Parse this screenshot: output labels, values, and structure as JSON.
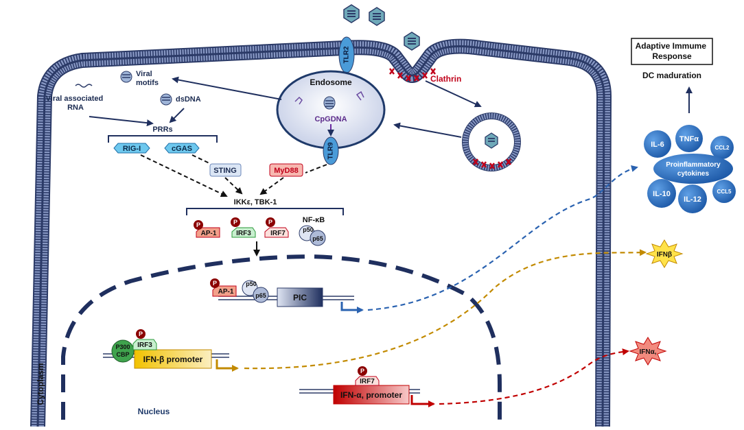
{
  "labels": {
    "tlr2": "TLR2",
    "clathrin": "Clathrin",
    "endosome": "Endosome",
    "cpgdna": "CpGDNA",
    "tlr9": "TLR9",
    "viral_motifs": "Viral\nmotifs",
    "viral_rna": "Viral associated\nRNA",
    "dsdna": "dsDNA",
    "prrs": "PRRs",
    "rig_i": "RIG-I",
    "cgas": "cGAS",
    "sting": "STING",
    "myd88": "MyD88",
    "ikk_tbk": "IKKε, TBK-1",
    "ap1": "AP-1",
    "irf3": "IRF3",
    "irf7": "IRF7",
    "nfkb": "NF-κB",
    "p50": "p50",
    "p65": "p65",
    "phospho": "P",
    "pic": "PIC",
    "p300_cbp": "P300\nCBP",
    "ifnb_promoter": "IFN-β promoter",
    "ifna_promoter": "IFN-α, promoter",
    "cytoplasm": "Cytoplasm",
    "nucleus": "Nucleus",
    "adaptive_response": "Adaptive Immume\nResponse",
    "dc_maduration": "DC maduration",
    "proinflammatory": "Proinflammatory\ncytokines",
    "il6": "IL-6",
    "tnfa": "TNFα",
    "ccl2": "CCL2",
    "il10": "IL-10",
    "il12": "IL-12",
    "ccl5": "CCL5",
    "ifnb": "IFNβ",
    "ifna": "IFNα,"
  },
  "colors": {
    "membrane": "#2b3a67",
    "membrane_fill": "#7f8fb8",
    "arrow_dark": "#1f2f5e",
    "clathrin": "#c0001a",
    "blue_dashed": "#2a62b0",
    "gold_dashed": "#c28a00",
    "red_dashed": "#c00000",
    "cytokine": "#2f73c6",
    "phospho": "#8b0000"
  }
}
